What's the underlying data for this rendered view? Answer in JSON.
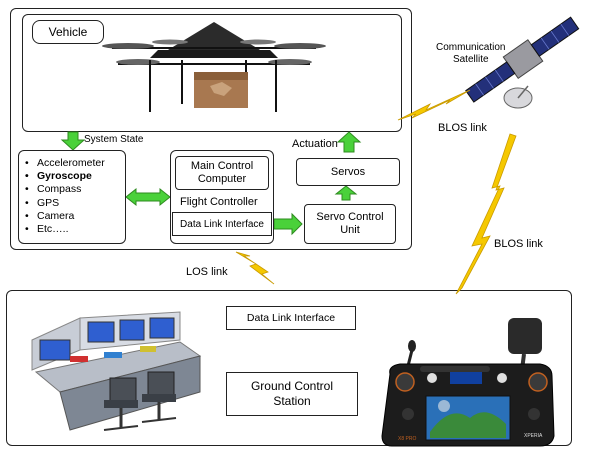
{
  "vehicle_label": "Vehicle",
  "system_state_label": "System State",
  "actuation_label": "Actuation",
  "sensors": [
    "Accelerometer",
    "Gyroscope",
    "Compass",
    "GPS",
    "Camera",
    "Etc….."
  ],
  "main_control_line1": "Main Control",
  "main_control_line2": "Computer",
  "flight_controller_label": "Flight Controller",
  "data_link_interface_drone": "Data Link Interface",
  "servos_label": "Servos",
  "servo_control_line1": "Servo Control",
  "servo_control_line2": "Unit",
  "satellite_line1": "Communication",
  "satellite_line2": "Satellite",
  "blos_link_1": "BLOS link",
  "blos_link_2": "BLOS link",
  "los_link": "LOS link",
  "data_link_interface_ground": "Data Link Interface",
  "ground_control_line1": "Ground Control",
  "ground_control_line2": "Station",
  "controller_brand": "XPERIA",
  "colors": {
    "arrow_green": "#4ad13a",
    "arrow_green_stroke": "#2e8b1f",
    "lightning": "#f5c800",
    "lightning_stroke": "#c99a00"
  }
}
